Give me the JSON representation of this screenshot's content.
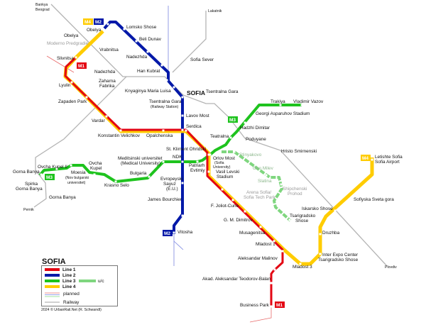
{
  "title": "SOFIA",
  "colors": {
    "line1": "#e30613",
    "line2": "#0018a8",
    "line3": "#1ec31e",
    "line3_uc": "#7fd67f",
    "line4": "#ffcc00",
    "railway": "#b4b4b4"
  },
  "badges": {
    "m1": "M1",
    "m2": "M2",
    "m3": "M3",
    "m4": "M4"
  },
  "stations": [
    "Bankya",
    "Beograd",
    "Obelya",
    "Moderno Predgradie",
    "Obelya",
    "Lomsko Shose",
    "Beli Dunav",
    "Vrabnitsa",
    "Nadezhda",
    "Slivnitsa",
    "Nadezhda",
    "Han Kubrat",
    "Zaharna",
    "Fabrika",
    "Knyaginya Maria Luisa",
    "Tsentralna Gara",
    "Lyulin",
    "Zapaden Park",
    "Tsentralna Gara",
    "(Railway Station)",
    "Lavov Most",
    "Vardar",
    "Serdica",
    "Konstantin Velichkov",
    "Opalchenska",
    "Lakatnik",
    "Sofia Sever",
    "Trakiya",
    "Vladimir Vazov",
    "Georgi Asparuhov Stadium",
    "Hadzhi Dimitar",
    "Teatralna",
    "Poduyane",
    "St. Kliment Ohridski",
    "Hristo Smirnenski",
    "Stinyakovo",
    "Orlov Most",
    "(Sofia",
    "University)",
    "NDK",
    "Meditsinski universitet",
    "(Medical University)",
    "Patriarh",
    "Evtimiy",
    "Vasil Levski",
    "Stadium",
    "Geo Milev",
    "Ovcha Kupel II",
    "Ovcha",
    "Kupel",
    "Gorna Banya",
    "Moesia",
    "(Nov bulgarski",
    "universitet)",
    "Bulgaria",
    "Slatina",
    "Shipchenski",
    "Prohod",
    "Arena Sofia/",
    "Sofia Tech Park",
    "Evropeyski",
    "Sayuz",
    "(E.U.)",
    "Krasno Selo",
    "Spirka",
    "Gorna Banya",
    "Gorna Banya",
    "Pernik",
    "James Bourchier",
    "F. Joliot-Curie",
    "Iskarsko Shose",
    "Sofiyska Sveta gora",
    "Letishte Sofia",
    "Sofia Airport",
    "Tsarigradsko",
    "Shose",
    "G. M. Dimitrov",
    "Vitosha",
    "Musagenitsa",
    "Druzhba",
    "Mladost 1",
    "Aleksandar Malinov",
    "Inter Expo Center",
    "Tsarigradsko Shose",
    "Mladost 3",
    "Plovdiv",
    "Akad. Aleksandar Teodorov-Balan",
    "Business Park"
  ],
  "legend": {
    "line1": "Line 1",
    "line2": "Line 2",
    "line3": "Line 3",
    "line4": "Line 4",
    "uc": "u/c",
    "planned": "planned",
    "railway": "Railway"
  },
  "copyright": "2024 © UrbanRail.Net (R. Schwandl)"
}
